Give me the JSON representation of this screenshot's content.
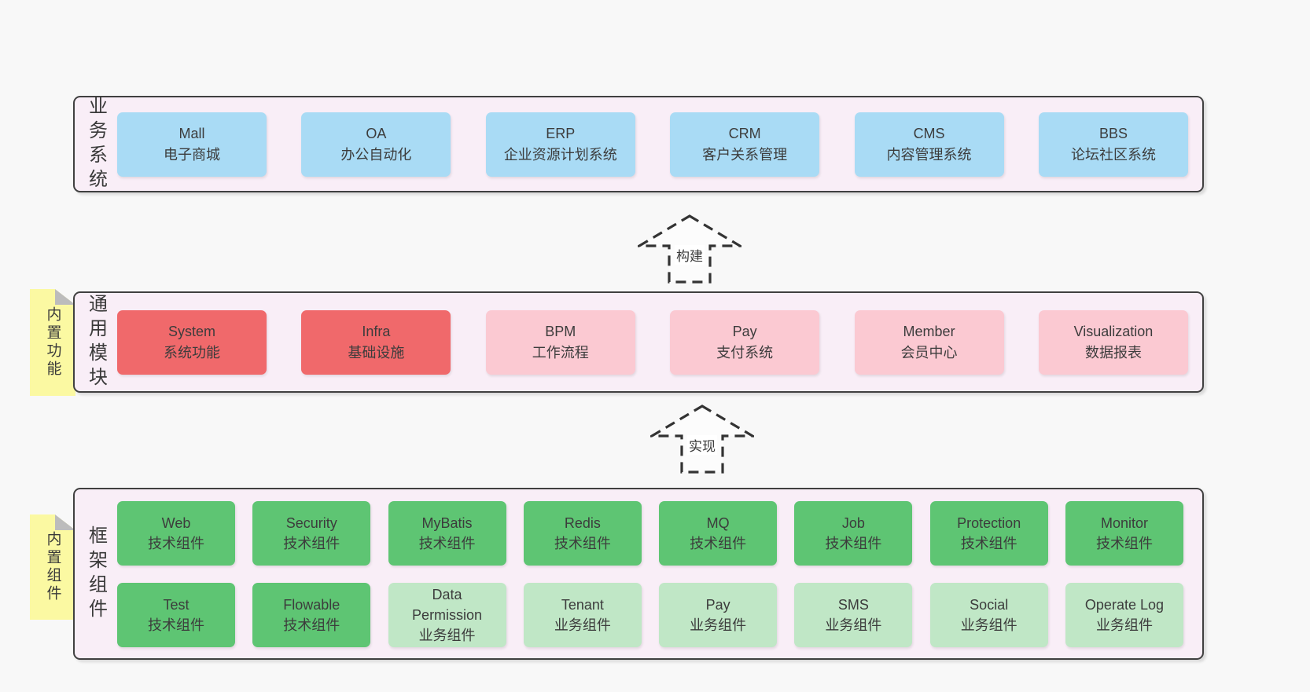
{
  "colors": {
    "page_bg": "#f8f8f8",
    "container_bg": "#f9eef7",
    "container_border": "#404040",
    "box_blue": "#a9dbf5",
    "box_red": "#f0696b",
    "box_pink": "#fbc9d2",
    "box_green": "#5ec573",
    "box_lightgreen": "#c0e7c6",
    "sticky_yellow": "#fbf9a2",
    "sticky_fold": "#bcbcbc",
    "text": "#3c3c3c"
  },
  "arrows": [
    {
      "label": "构建"
    },
    {
      "label": "实现"
    }
  ],
  "layers": [
    {
      "label": "业务系统",
      "boxes": [
        {
          "name": "Mall",
          "desc": "电子商城"
        },
        {
          "name": "OA",
          "desc": "办公自动化"
        },
        {
          "name": "ERP",
          "desc": "企业资源计划系统"
        },
        {
          "name": "CRM",
          "desc": "客户关系管理"
        },
        {
          "name": "CMS",
          "desc": "内容管理系统"
        },
        {
          "name": "BBS",
          "desc": "论坛社区系统"
        }
      ]
    },
    {
      "label": "通用模块",
      "sticky": "内置功能",
      "boxes": [
        {
          "name": "System",
          "desc": "系统功能"
        },
        {
          "name": "Infra",
          "desc": "基础设施"
        },
        {
          "name": "BPM",
          "desc": "工作流程"
        },
        {
          "name": "Pay",
          "desc": "支付系统"
        },
        {
          "name": "Member",
          "desc": "会员中心"
        },
        {
          "name": "Visualization",
          "desc": "数据报表"
        }
      ]
    },
    {
      "label": "框架组件",
      "sticky": "内置组件",
      "row1": [
        {
          "name": "Web",
          "desc": "技术组件"
        },
        {
          "name": "Security",
          "desc": "技术组件"
        },
        {
          "name": "MyBatis",
          "desc": "技术组件"
        },
        {
          "name": "Redis",
          "desc": "技术组件"
        },
        {
          "name": "MQ",
          "desc": "技术组件"
        },
        {
          "name": "Job",
          "desc": "技术组件"
        },
        {
          "name": "Protection",
          "desc": "技术组件"
        },
        {
          "name": "Monitor",
          "desc": "技术组件"
        }
      ],
      "row2": [
        {
          "name": "Test",
          "desc": "技术组件"
        },
        {
          "name": "Flowable",
          "desc": "技术组件"
        },
        {
          "name": "Data Permission",
          "desc": "业务组件"
        },
        {
          "name": "Tenant",
          "desc": "业务组件"
        },
        {
          "name": "Pay",
          "desc": "业务组件"
        },
        {
          "name": "SMS",
          "desc": "业务组件"
        },
        {
          "name": "Social",
          "desc": "业务组件"
        },
        {
          "name": "Operate Log",
          "desc": "业务组件"
        }
      ]
    }
  ]
}
